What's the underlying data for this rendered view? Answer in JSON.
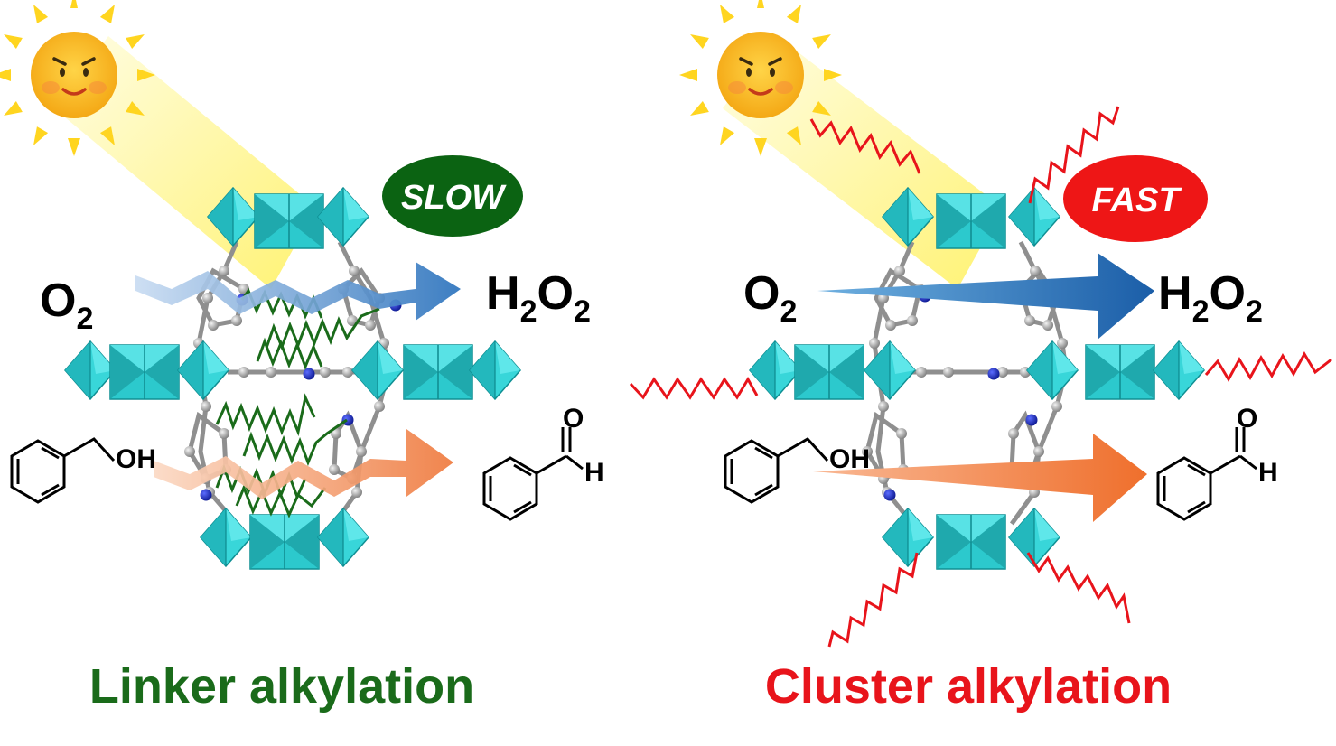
{
  "colors": {
    "linker_green": "#1a6b1a",
    "cluster_red": "#e8141b",
    "slow_badge": "#0b6312",
    "fast_badge": "#ee1616",
    "sun": "#f7b519",
    "sun_rays": "#ffd520",
    "light_beam": "#fff06a",
    "o2_arrow": "#2c73bd",
    "alcohol_arrow": "#ef7a3e",
    "octahedron": "#24c7cc",
    "nitrogen": "#1527b5",
    "carbon": "#9a9a9a"
  },
  "left_panel": {
    "badge": "SLOW",
    "reactant_top": {
      "base": "O",
      "sub": "2"
    },
    "product_top": {
      "p1": "H",
      "s1": "2",
      "p2": "O",
      "s2": "2"
    },
    "reactant_bottom_label": "OH",
    "product_bottom_label": {
      "o": "O",
      "h": "H"
    },
    "caption": "Linker alkylation",
    "icons": [
      "sun-icon",
      "mof-cage",
      "alkyl-chain"
    ]
  },
  "right_panel": {
    "badge": "FAST",
    "reactant_top": {
      "base": "O",
      "sub": "2"
    },
    "product_top": {
      "p1": "H",
      "s1": "2",
      "p2": "O",
      "s2": "2"
    },
    "reactant_bottom_label": "OH",
    "product_bottom_label": {
      "o": "O",
      "h": "H"
    },
    "caption": "Cluster alkylation",
    "icons": [
      "sun-icon",
      "mof-cage",
      "alkyl-chain"
    ]
  }
}
